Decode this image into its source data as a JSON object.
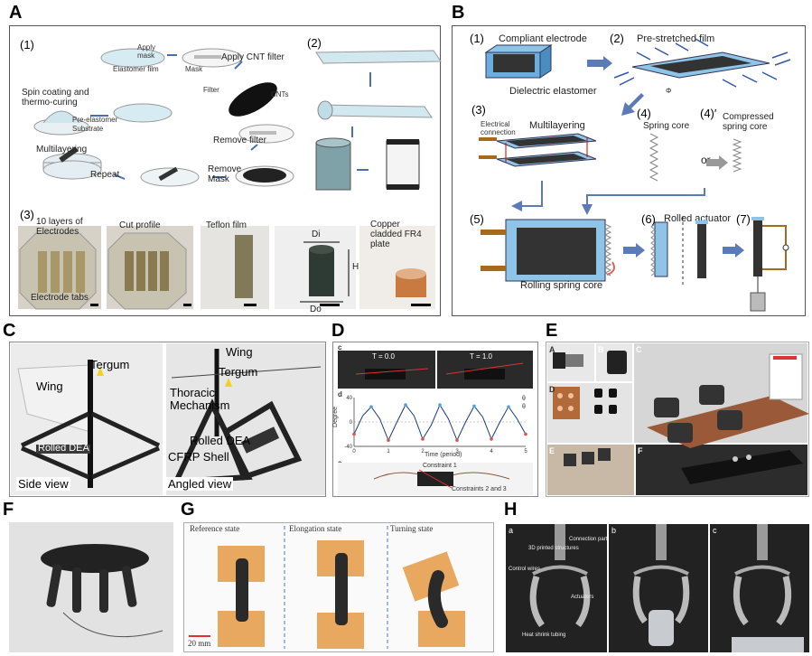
{
  "panels": {
    "A": {
      "letter": "A",
      "step1": "(1)",
      "step2": "(2)",
      "step3": "(3)",
      "apply_mask": "Apply mask",
      "elastomer_film": "Elastomer film",
      "mask": "Mask",
      "apply_cnt_filter": "Apply CNT filter",
      "filter": "Filter",
      "cnts": "CNTs",
      "spin_coating": "Spin coating and thermo-curing",
      "pre_elastomer": "Pre-elastomer",
      "substrate": "Substrate",
      "multilayering": "Multilayering",
      "remove_filter": "Remove filter",
      "repeat": "Repeat",
      "remove_mask": "Remove Mask",
      "ten_layers": "10 layers of Electrodes",
      "cut_profile": "Cut profile",
      "teflon_film": "Teflon film",
      "di": "Di",
      "h": "H",
      "do": "Do",
      "copper_cladded": "Copper cladded FR4 plate",
      "electrode_tabs": "Electrode tabs"
    },
    "B": {
      "letter": "B",
      "s1": "(1)",
      "s2": "(2)",
      "s3": "(3)",
      "s4": "(4)",
      "s4p": "(4)′",
      "s5": "(5)",
      "s6": "(6)",
      "s7": "(7)",
      "compliant_electrode": "Compliant electrode",
      "pre_stretched_film": "Pre-stretched film",
      "dielectric_elastomer": "Dielectric elastomer",
      "electrical_connection": "Electrical connection",
      "multilayering": "Multilayering",
      "spring_core": "Spring core",
      "compressed_spring_core": "Compressed spring core",
      "or": "or",
      "rolled_actuator": "Rolled actuator",
      "rolling_spring_core": "Rolling spring core",
      "phi": "Φ"
    },
    "C": {
      "letter": "C",
      "wing_left": "Wing",
      "tergum_left": "Tergum",
      "rolled_dea_left": "Rolled DEA",
      "side_view": "Side view",
      "wing_right": "Wing",
      "tergum_right": "Tergum",
      "thoracic_mechanism": "Thoracic Mechanism",
      "rolled_dea_right": "Rolled DEA",
      "cfrp_shell": "CFRP Shell",
      "angled_view": "Angled view"
    },
    "D": {
      "letter": "D",
      "sub_c": "c",
      "t0": "T = 0.0",
      "t1": "T = 1.0",
      "sub_d": "d",
      "ylabel": "Degree",
      "xlabel": "Time (period)",
      "legend1": "θ",
      "legend2": "θ",
      "sub_e": "e",
      "constraint1": "Constraint 1",
      "constraints23": "Constraints 2 and 3"
    },
    "E": {
      "letter": "E",
      "sA": "A",
      "sB": "B",
      "sC": "C",
      "sD": "D",
      "sE": "E",
      "sF": "F"
    },
    "F": {
      "letter": "F"
    },
    "G": {
      "letter": "G",
      "reference": "Reference state",
      "elongation": "Elongation state",
      "turning": "Turning state",
      "scale": "20 mm"
    },
    "H": {
      "letter": "H",
      "sa": "a",
      "sb": "b",
      "sc": "c",
      "printed": "3D printed structures",
      "connection": "Connection part",
      "control_wires": "Control wires",
      "actuators": "Actuators",
      "heat_shrink": "Heat shrink tubing"
    }
  },
  "chart_data": {
    "type": "line",
    "xlabel": "Time (period)",
    "ylabel": "Degree",
    "xlim": [
      0,
      5
    ],
    "ylim": [
      -40,
      40
    ],
    "xticks": [
      0,
      1,
      2,
      3,
      4,
      5
    ],
    "yticks": [
      40,
      0,
      -40
    ],
    "series": [
      {
        "x": [
          0,
          0.25,
          0.5,
          0.75,
          1,
          1.25,
          1.5,
          1.75,
          2,
          2.25,
          2.5,
          2.75,
          3,
          3.25,
          3.5,
          3.75,
          4,
          4.25,
          4.5,
          4.75,
          5
        ],
        "values": [
          -20,
          10,
          25,
          5,
          -30,
          0,
          28,
          10,
          -28,
          -5,
          28,
          5,
          -30,
          0,
          26,
          8,
          -28,
          0,
          25,
          5,
          -20
        ]
      }
    ]
  }
}
